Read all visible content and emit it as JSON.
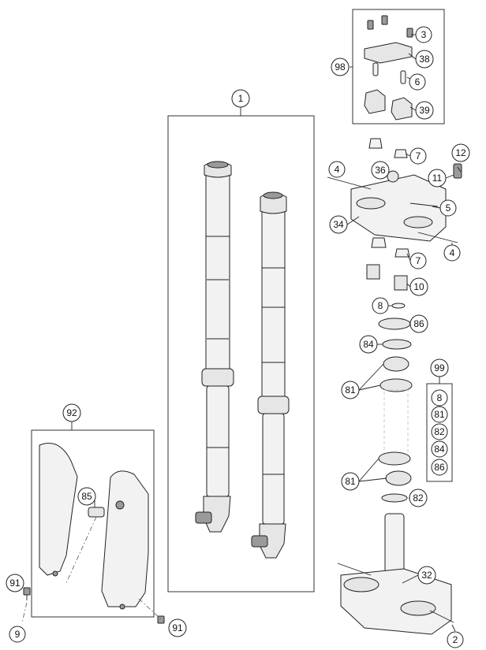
{
  "callouts": [
    {
      "id": "c1",
      "label": "1"
    },
    {
      "id": "c2",
      "label": "2"
    },
    {
      "id": "c3",
      "label": "3"
    },
    {
      "id": "c4a",
      "label": "4"
    },
    {
      "id": "c4b",
      "label": "4"
    },
    {
      "id": "c5",
      "label": "5"
    },
    {
      "id": "c6",
      "label": "6"
    },
    {
      "id": "c7a",
      "label": "7"
    },
    {
      "id": "c7b",
      "label": "7"
    },
    {
      "id": "c8",
      "label": "8"
    },
    {
      "id": "c9",
      "label": "9"
    },
    {
      "id": "c10",
      "label": "10"
    },
    {
      "id": "c11",
      "label": "11"
    },
    {
      "id": "c12",
      "label": "12"
    },
    {
      "id": "c32",
      "label": "32"
    },
    {
      "id": "c34",
      "label": "34"
    },
    {
      "id": "c36",
      "label": "36"
    },
    {
      "id": "c38",
      "label": "38"
    },
    {
      "id": "c39",
      "label": "39"
    },
    {
      "id": "c81a",
      "label": "81"
    },
    {
      "id": "c81b",
      "label": "81"
    },
    {
      "id": "c82",
      "label": "82"
    },
    {
      "id": "c84",
      "label": "84"
    },
    {
      "id": "c85",
      "label": "85"
    },
    {
      "id": "c86",
      "label": "86"
    },
    {
      "id": "c91a",
      "label": "91"
    },
    {
      "id": "c91b",
      "label": "91"
    },
    {
      "id": "c92",
      "label": "92"
    },
    {
      "id": "c98",
      "label": "98"
    },
    {
      "id": "c99",
      "label": "99"
    }
  ],
  "kit_99": [
    "8",
    "81",
    "82",
    "84",
    "86"
  ]
}
